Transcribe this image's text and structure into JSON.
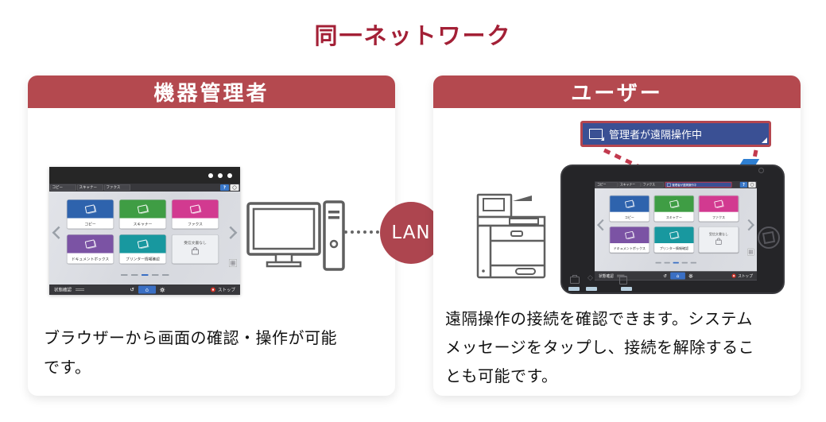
{
  "title": "同一ネットワーク",
  "colors": {
    "title_red": "#a32036",
    "card_header_red": "#b4494f",
    "lan_red": "#ad454f",
    "callout_blue": "#3a5094",
    "callout_border_red": "#b5464f",
    "dashed_line_red": "#c23a4e",
    "tile_copy_blue": "#2e63ad",
    "tile_scanner_green": "#3f9d44",
    "tile_fax_magenta": "#d23a90",
    "tile_docbox_purple": "#7b53a4",
    "tile_printerinfo_teal": "#18989f",
    "home_button_blue": "#3a6fc4",
    "stop_red": "#d2342a"
  },
  "cards": {
    "admin": {
      "header": "機器管理者",
      "caption": "ブラウザーから画面の確認・操作が可能\nです。"
    },
    "user": {
      "header": "ユーザー",
      "caption": "遠隔操作の接続を確認できます。システム\nメッセージをタップし、接続を解除するこ\nとも可能です。",
      "callout_message": "管理者が遠隔操作中"
    }
  },
  "lan": {
    "label": "LAN"
  },
  "panel": {
    "tabs": [
      "コピー",
      "スキャナー",
      "ファクス"
    ],
    "help_button": "?",
    "message": "管理者が遠隔操作中",
    "tiles": [
      {
        "label": "コピー",
        "color": "#2e63ad"
      },
      {
        "label": "スキャナー",
        "color": "#3f9d44"
      },
      {
        "label": "ファクス",
        "color": "#d23a90"
      },
      {
        "label": "ドキュメントボックス",
        "color": "#7b53a4"
      },
      {
        "label": "プリンター情報確認",
        "color": "#18989f"
      }
    ],
    "no_docs_tile": "受信文書なし",
    "status_button": "状態確認",
    "home_glyph": "⌂",
    "back_glyph": "↺",
    "stop_button": "ストップ",
    "pagination": {
      "total": 5,
      "active_index": 3
    }
  }
}
